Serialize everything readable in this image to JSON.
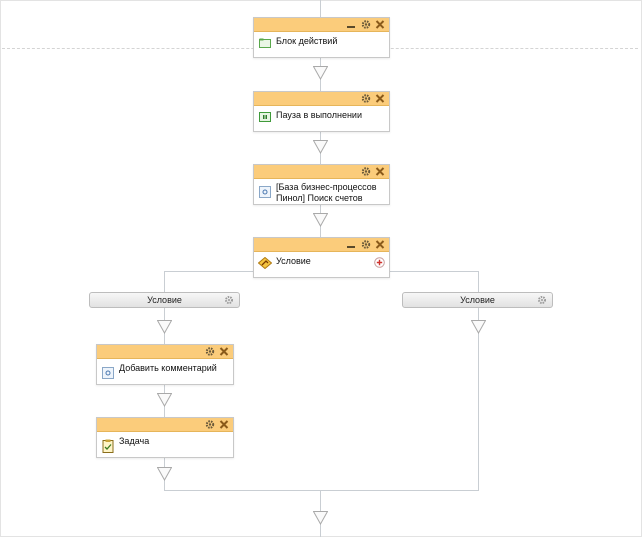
{
  "blocks": {
    "action_block": "Блок действий",
    "pause": "Пауза в выполнении",
    "db_search_line1": "[База бизнес-процессов",
    "db_search_line2": "Пинол] Поиск счетов",
    "condition": "Условие",
    "add_comment": "Добавить комментарий",
    "task": "Задача"
  },
  "branches": {
    "left": "Условие",
    "right": "Условие"
  },
  "icons": {
    "minimize": "minimize-icon",
    "settings": "gear-icon",
    "close": "close-icon",
    "add_branch": "plus-circle-icon"
  },
  "colors": {
    "header": "#fbcc7b",
    "connector": "#c9ced3",
    "close": "#8a5a1a"
  }
}
